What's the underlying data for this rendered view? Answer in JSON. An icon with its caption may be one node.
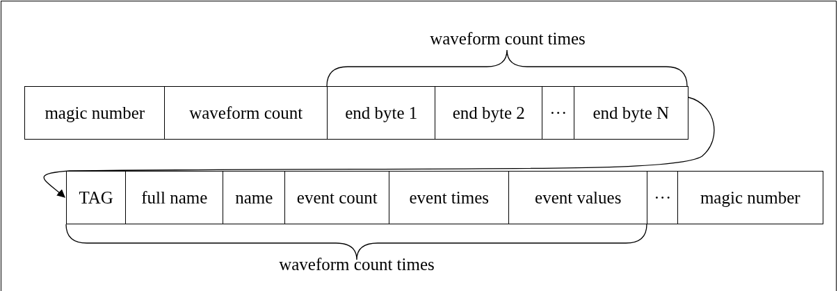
{
  "diagram": {
    "nodes": [
      {
        "text": [
          "magic number"
        ]
      },
      {
        "text": [
          "waveform count"
        ]
      },
      {
        "text": [
          "end byte 1"
        ]
      },
      {
        "text": [
          "end byte 2"
        ]
      },
      {
        "text": [
          "···"
        ]
      },
      {
        "text": [
          "end byte N"
        ]
      },
      {
        "text": [
          "TAG"
        ]
      },
      {
        "text": [
          "full name"
        ]
      },
      {
        "text": [
          "name"
        ]
      },
      {
        "text": [
          "event count"
        ]
      },
      {
        "text": [
          "event times"
        ]
      },
      {
        "text": [
          "event values"
        ]
      },
      {
        "text": [
          "···"
        ]
      },
      {
        "text": [
          "magic number"
        ]
      }
    ],
    "edges": [
      {
        "from": 5,
        "to": 6,
        "arrow": "to"
      }
    ],
    "labels": [
      "waveform count times",
      "waveform count times"
    ]
  }
}
